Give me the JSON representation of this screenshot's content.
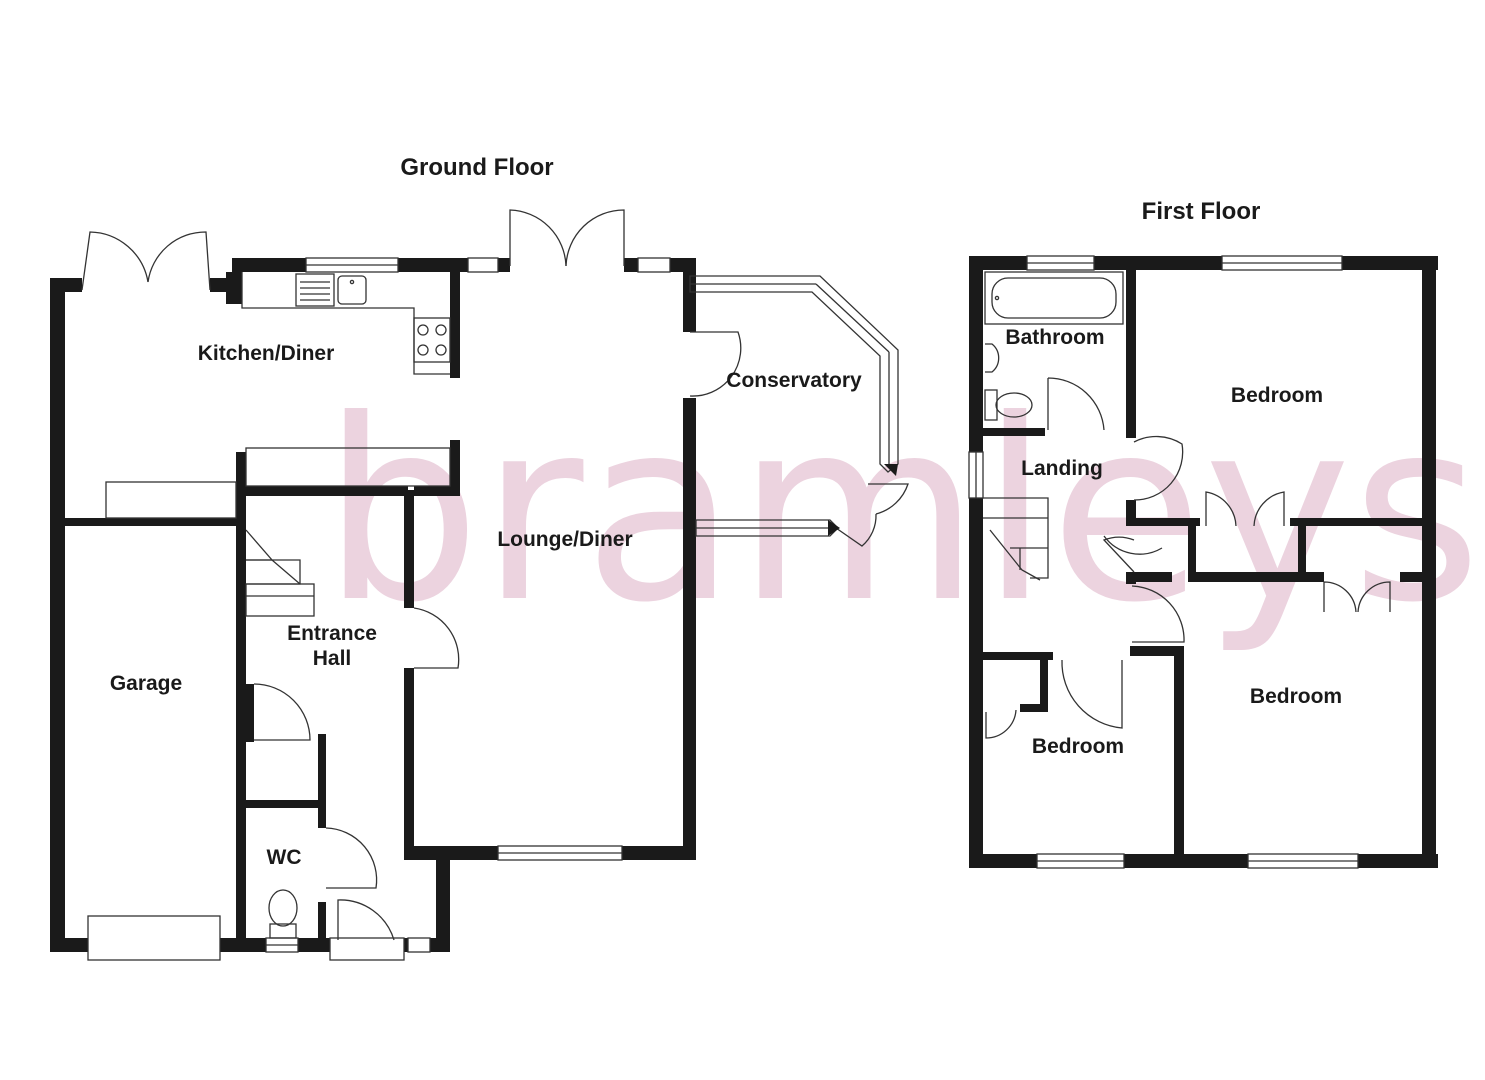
{
  "watermark": "bramleys",
  "ground_floor": {
    "title": "Ground Floor",
    "rooms": {
      "kitchen_diner": "Kitchen/Diner",
      "conservatory": "Conservatory",
      "lounge_diner": "Lounge/Diner",
      "entrance_hall_line1": "Entrance",
      "entrance_hall_line2": "Hall",
      "garage": "Garage",
      "wc": "WC"
    }
  },
  "first_floor": {
    "title": "First Floor",
    "rooms": {
      "bathroom": "Bathroom",
      "landing": "Landing",
      "bedroom_1": "Bedroom",
      "bedroom_2": "Bedroom",
      "bedroom_3": "Bedroom"
    }
  },
  "colors": {
    "wall": "#1a1a1a",
    "watermark": "#ecd3df",
    "fixture_line": "#333333"
  }
}
